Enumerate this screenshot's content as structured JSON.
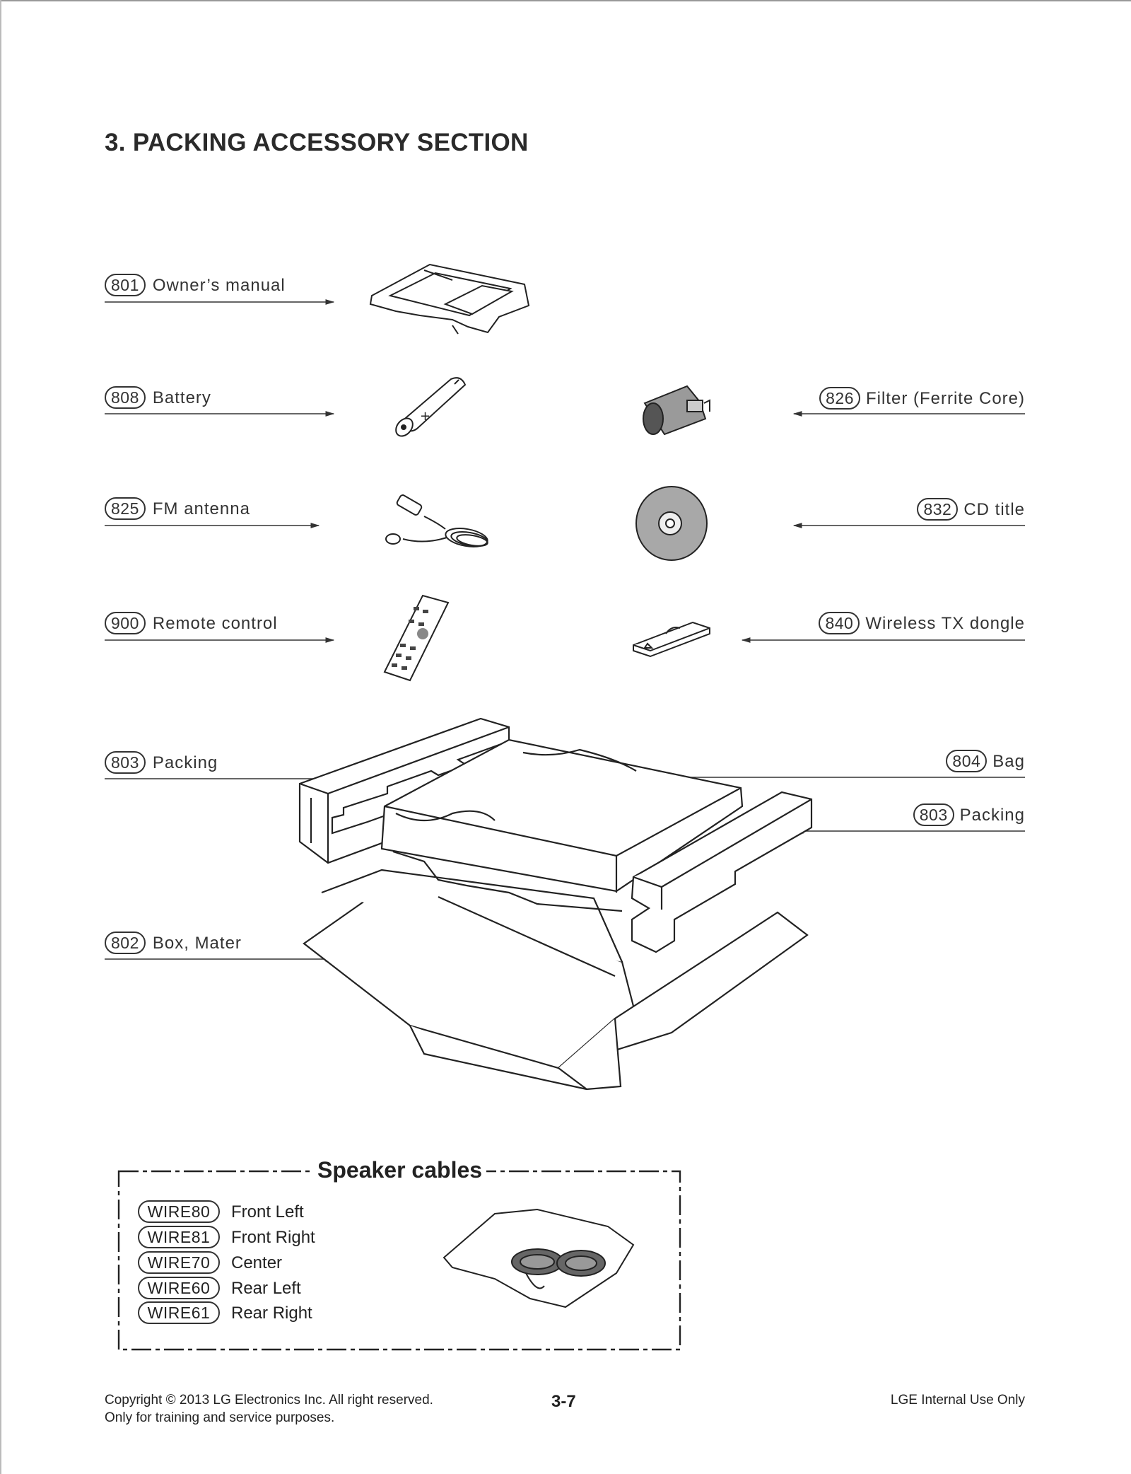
{
  "title": "3. PACKING ACCESSORY SECTION",
  "parts_left": [
    {
      "code": "801",
      "name": "Owner’s manual"
    },
    {
      "code": "808",
      "name": "Battery"
    },
    {
      "code": "825",
      "name": "FM antenna"
    },
    {
      "code": "900",
      "name": "Remote control"
    },
    {
      "code": "803",
      "name": "Packing"
    },
    {
      "code": "802",
      "name": "Box, Mater"
    }
  ],
  "parts_right": [
    {
      "code": "826",
      "name": "Filter (Ferrite Core)"
    },
    {
      "code": "832",
      "name": "CD title"
    },
    {
      "code": "840",
      "name": "Wireless TX dongle"
    },
    {
      "code": "804",
      "name": "Bag"
    },
    {
      "code": "803",
      "name": "Packing"
    }
  ],
  "speaker_cables": {
    "title": "Speaker cables",
    "items": [
      {
        "code": "WIRE80",
        "name": "Front Left"
      },
      {
        "code": "WIRE81",
        "name": "Front Right"
      },
      {
        "code": "WIRE70",
        "name": "Center"
      },
      {
        "code": "WIRE60",
        "name": "Rear Left"
      },
      {
        "code": "WIRE61",
        "name": "Rear Right"
      }
    ]
  },
  "footer": {
    "copyright": "Copyright © 2013 LG Electronics Inc. All right reserved.",
    "note": "Only for training and service purposes.",
    "page": "3-7",
    "internal": "LGE Internal Use Only"
  }
}
